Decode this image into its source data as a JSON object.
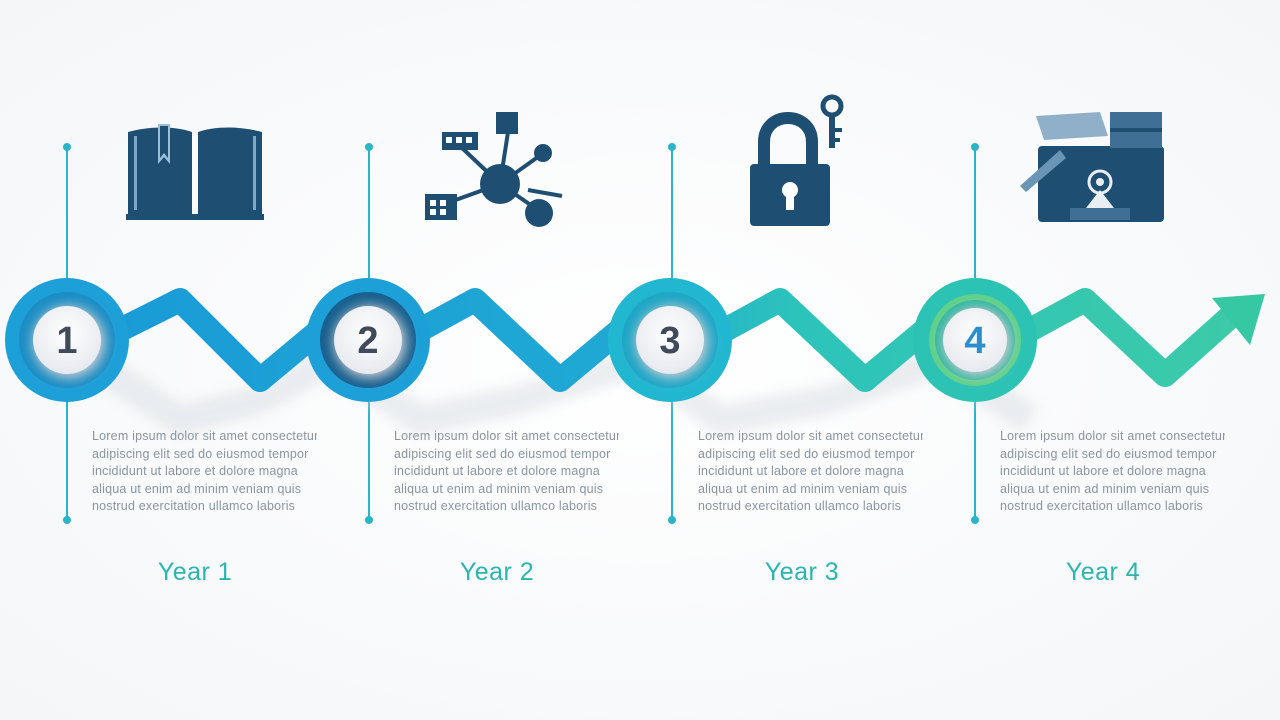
{
  "milestones": [
    {
      "number": "1",
      "icon": "open-book-icon",
      "description": [
        "Lorem ipsum dolor sit amet consectetur",
        "adipiscing elit sed do eiusmod tempor",
        "incididunt ut labore et dolore magna",
        "aliqua ut enim ad minim veniam quis",
        "nostrud exercitation ullamco laboris"
      ],
      "year": "Year 1"
    },
    {
      "number": "2",
      "icon": "network-nodes-icon",
      "description": [
        "Lorem ipsum dolor sit amet consectetur",
        "adipiscing elit sed do eiusmod tempor",
        "incididunt ut labore et dolore magna",
        "aliqua ut enim ad minim veniam quis",
        "nostrud exercitation ullamco laboris"
      ],
      "year": "Year 2"
    },
    {
      "number": "3",
      "icon": "padlock-key-icon",
      "description": [
        "Lorem ipsum dolor sit amet consectetur",
        "adipiscing elit sed do eiusmod tempor",
        "incididunt ut labore et dolore magna",
        "aliqua ut enim ad minim veniam quis",
        "nostrud exercitation ullamco laboris"
      ],
      "year": "Year 3"
    },
    {
      "number": "4",
      "icon": "graduation-safe-icon",
      "description": [
        "Lorem ipsum dolor sit amet consectetur",
        "adipiscing elit sed do eiusmod tempor",
        "incididunt ut labore et dolore magna",
        "aliqua ut enim ad minim veniam quis",
        "nostrud exercitation ullamco laboris"
      ],
      "year": "Year 4"
    }
  ],
  "colors": {
    "blue": "#1d9fd8",
    "teal": "#2bc4b4",
    "green": "#36c7a3",
    "navy_icon": "#1f4e73",
    "number_text": "#3f4a5a",
    "number_text_4": "#2a8fd0",
    "year_text": "#2bb5b0",
    "connector": "#2ab4c8"
  }
}
